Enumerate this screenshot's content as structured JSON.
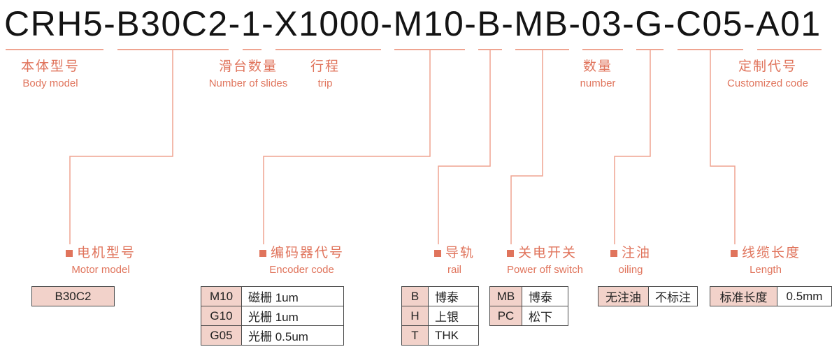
{
  "title": "CRH5-B30C2-1-X1000-M10-B-MB-03-G-C05-A01",
  "colors": {
    "accent": "#E0745C",
    "line": "#EFA491",
    "cell_bg": "#F2D2CA",
    "border": "#4A4A4A",
    "title_color": "#141414"
  },
  "top_labels": [
    {
      "zh": "本体型号",
      "en": "Body model"
    },
    {
      "zh": "滑台数量",
      "en": "Number of slides"
    },
    {
      "zh": "行程",
      "en": "trip"
    },
    {
      "zh": "数量",
      "en": "number"
    },
    {
      "zh": "定制代号",
      "en": "Customized code"
    }
  ],
  "bottom_sections": [
    {
      "zh": "电机型号",
      "en": "Motor model",
      "table": [
        [
          "B30C2"
        ]
      ]
    },
    {
      "zh": "编码器代号",
      "en": "Encoder code",
      "table": [
        [
          "M10",
          "磁栅 1um"
        ],
        [
          "G10",
          "光栅 1um"
        ],
        [
          "G05",
          "光栅 0.5um"
        ]
      ]
    },
    {
      "zh": "导轨",
      "en": "rail",
      "table": [
        [
          "B",
          "博泰"
        ],
        [
          "H",
          "上银"
        ],
        [
          "T",
          "THK"
        ]
      ]
    },
    {
      "zh": "关电开关",
      "en": "Power off switch",
      "table": [
        [
          "MB",
          "博泰"
        ],
        [
          "PC",
          "松下"
        ]
      ]
    },
    {
      "zh": "注油",
      "en": "oiling",
      "table": [
        [
          "无注油",
          "不标注"
        ]
      ]
    },
    {
      "zh": "线缆长度",
      "en": "Length",
      "table": [
        [
          "标准长度",
          "0.5mm"
        ]
      ]
    }
  ]
}
